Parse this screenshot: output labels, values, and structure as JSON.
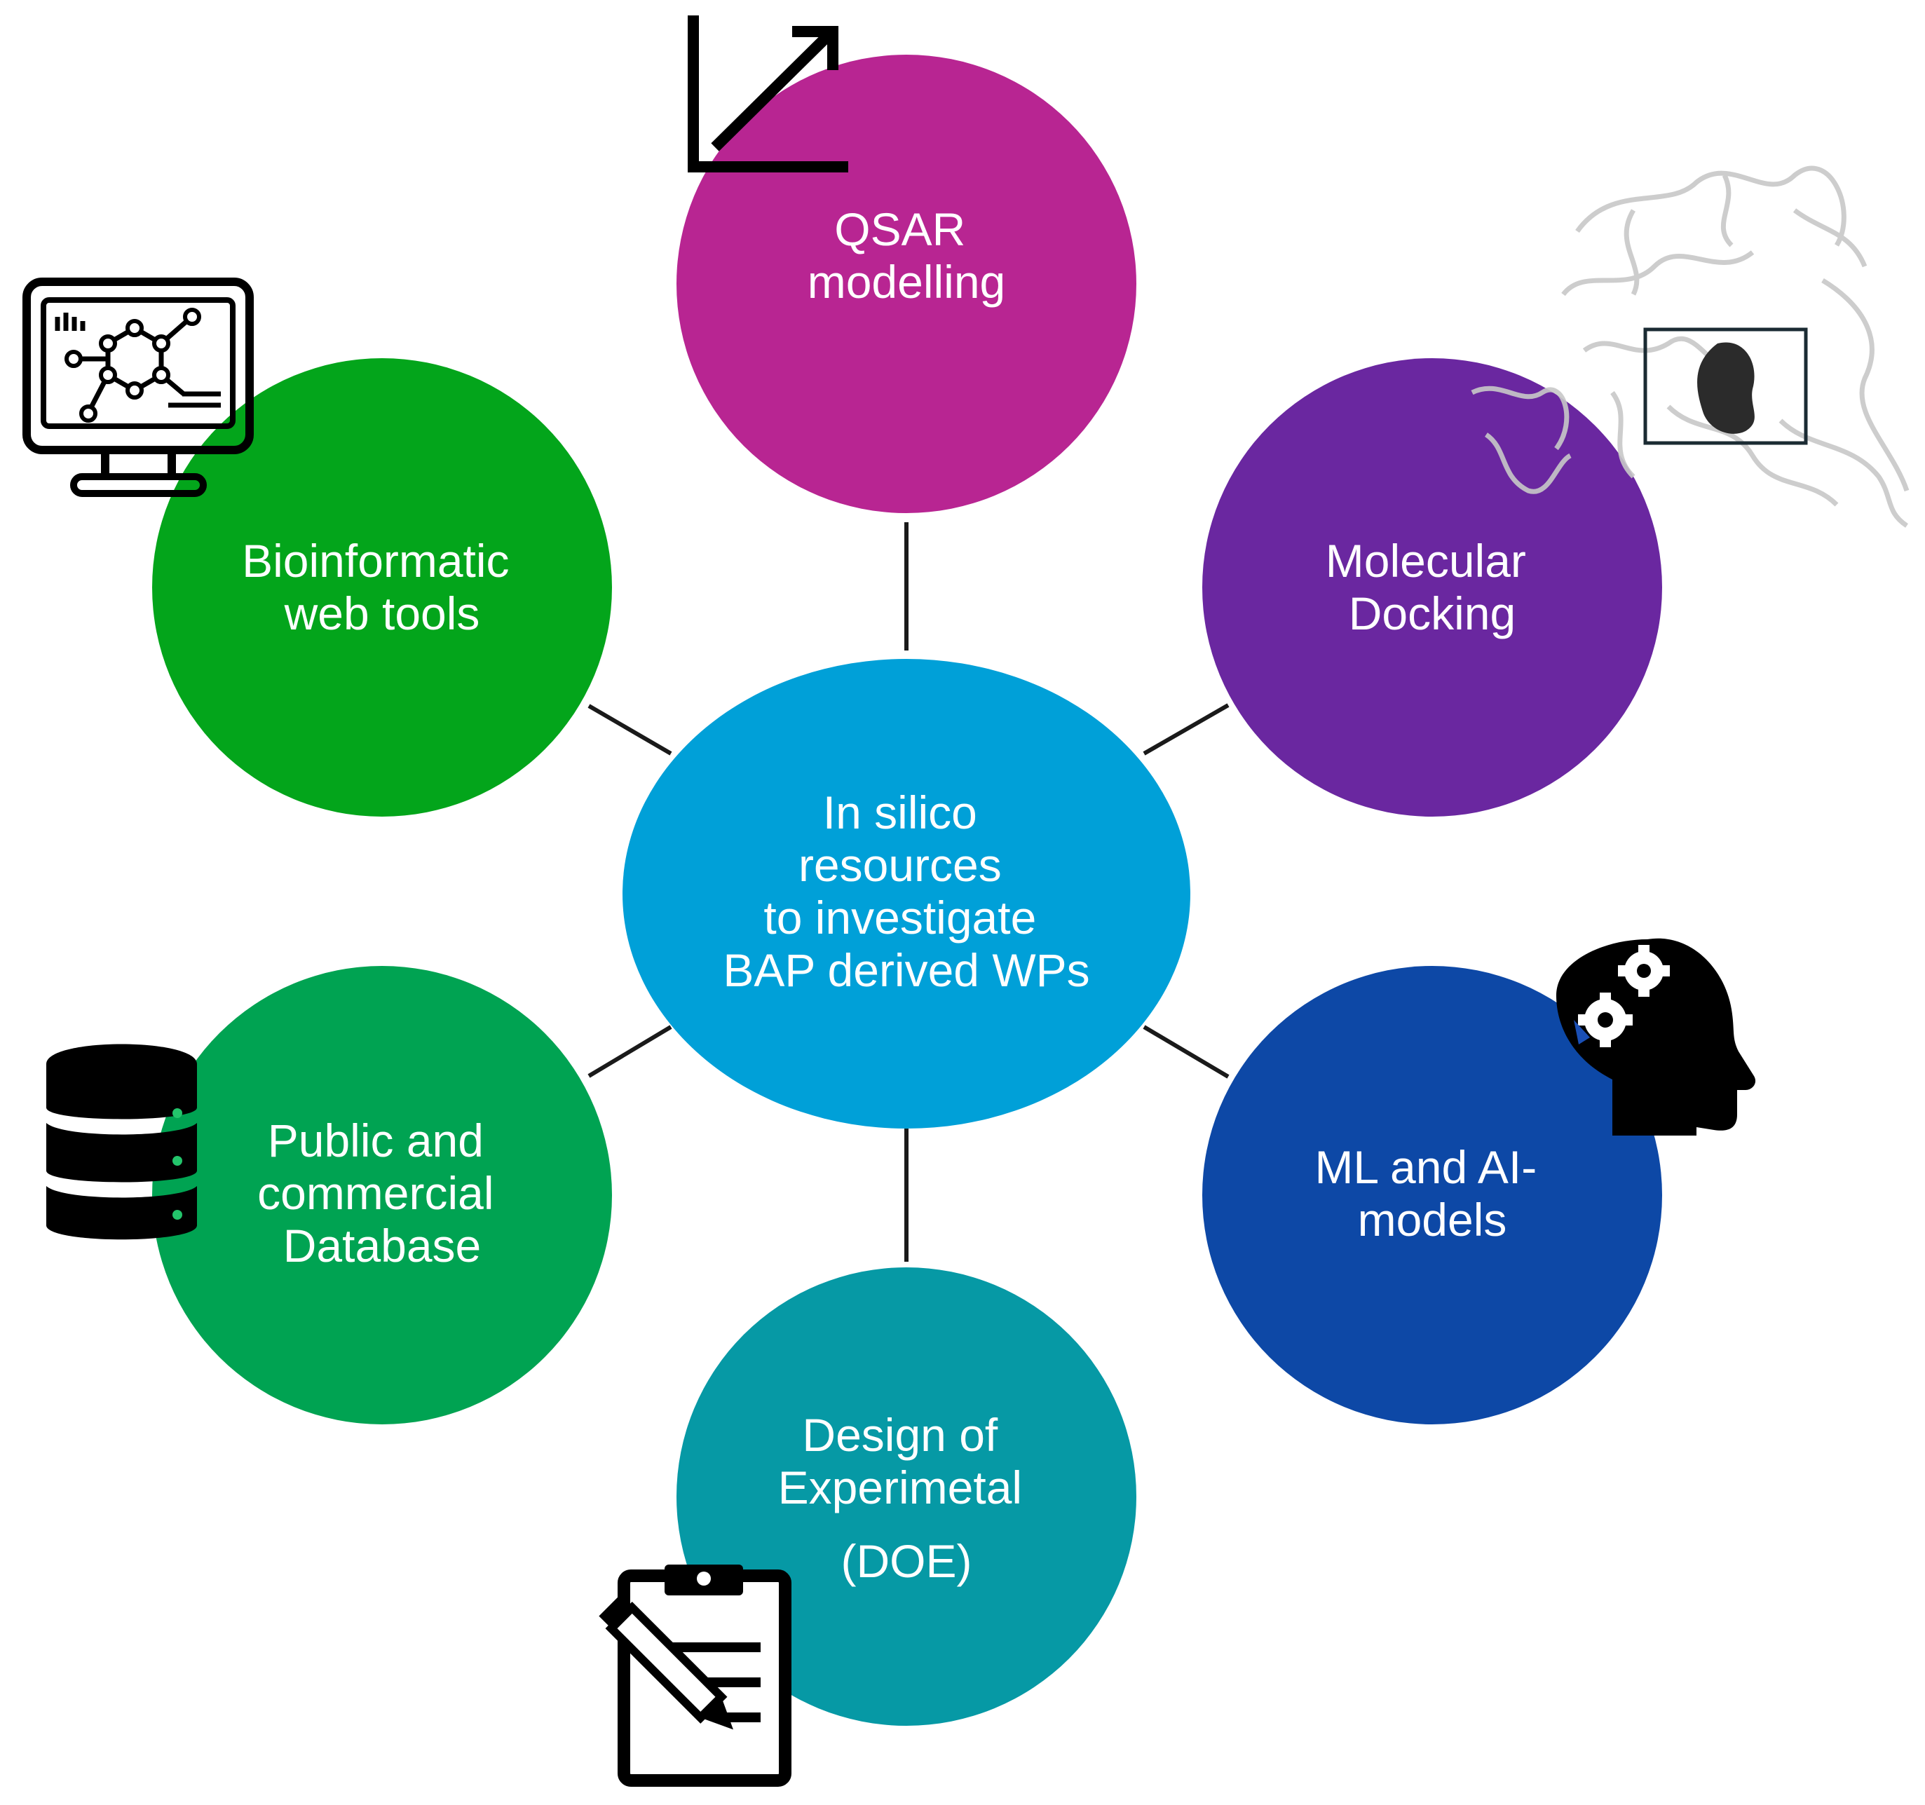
{
  "center": {
    "lines": [
      "In silico",
      "resources",
      "to investigate",
      "BAP derived WPs"
    ],
    "color": "#00a0d8"
  },
  "nodes": [
    {
      "id": "qsar",
      "lines": [
        "QSAR",
        "modelling"
      ],
      "color": "#b82592",
      "icon": "trend-arrow-icon"
    },
    {
      "id": "docking",
      "lines": [
        "Molecular",
        "Docking"
      ],
      "color": "#6a27a0",
      "icon": "protein-structure-icon"
    },
    {
      "id": "ml",
      "lines": [
        "ML and AI-",
        "models"
      ],
      "color": "#0d48a6",
      "icon": "brain-gears-icon"
    },
    {
      "id": "doe",
      "lines": [
        "Design of",
        "Experimetal",
        "(DOE)"
      ],
      "color": "#0699a5",
      "icon": "clipboard-pencil-icon"
    },
    {
      "id": "database",
      "lines": [
        "Public and",
        "commercial",
        "Database"
      ],
      "color": "#00a352",
      "icon": "database-server-icon"
    },
    {
      "id": "bioinfo",
      "lines": [
        "Bioinformatic",
        "web tools"
      ],
      "color": "#03a51b",
      "icon": "monitor-molecule-icon"
    }
  ],
  "connector_color": "#1a1a1a"
}
